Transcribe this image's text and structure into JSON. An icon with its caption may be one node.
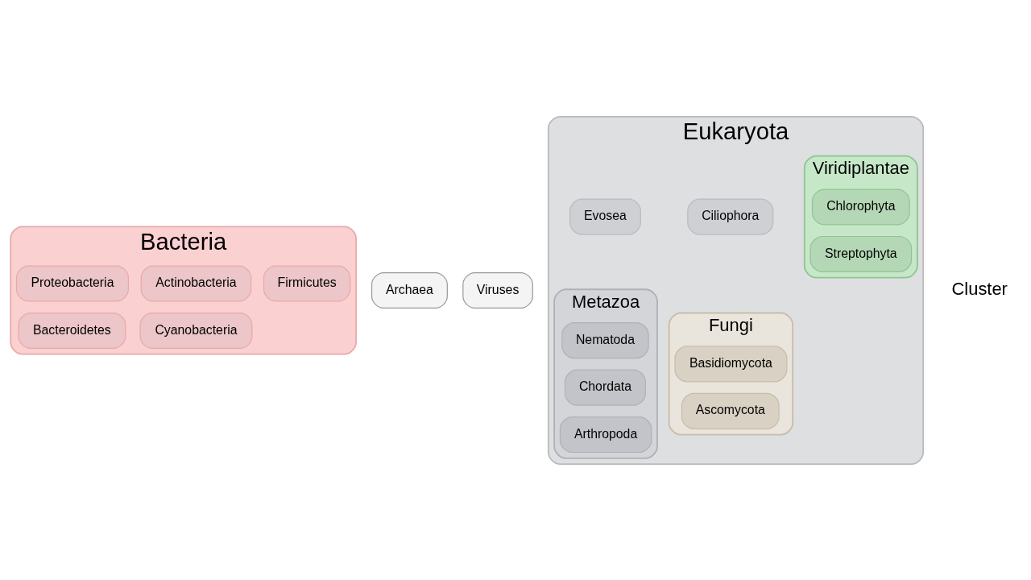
{
  "diagram": {
    "nodes": [
      {
        "text": [
          "Bacteria"
        ]
      },
      {
        "text": [
          "Proteobacteria"
        ],
        "in": 0
      },
      {
        "text": [
          "Actinobacteria"
        ],
        "in": 0
      },
      {
        "text": [
          "Firmicutes"
        ],
        "in": 0
      },
      {
        "text": [
          "Bacteroidetes"
        ],
        "in": 0
      },
      {
        "text": [
          "Cyanobacteria"
        ],
        "in": 0
      },
      {
        "text": [
          "Archaea"
        ]
      },
      {
        "text": [
          "Viruses"
        ]
      },
      {
        "text": [
          "Eukaryota"
        ]
      },
      {
        "text": [
          "Evosea"
        ],
        "in": 8
      },
      {
        "text": [
          "Ciliophora"
        ],
        "in": 8
      },
      {
        "text": [
          "Viridiplantae"
        ],
        "in": 8
      },
      {
        "text": [
          "Chlorophyta"
        ],
        "in": 11
      },
      {
        "text": [
          "Streptophyta"
        ],
        "in": 11
      },
      {
        "text": [
          "Metazoa"
        ],
        "in": 8
      },
      {
        "text": [
          "Nematoda"
        ],
        "in": 14
      },
      {
        "text": [
          "Chordata"
        ],
        "in": 14
      },
      {
        "text": [
          "Arthropoda"
        ],
        "in": 14
      },
      {
        "text": [
          "Fungi"
        ],
        "in": 8
      },
      {
        "text": [
          "Basidiomycota"
        ],
        "in": 18
      },
      {
        "text": [
          "Ascomycota"
        ],
        "in": 18
      }
    ],
    "edges": [],
    "labels": [
      "Cluster"
    ]
  }
}
